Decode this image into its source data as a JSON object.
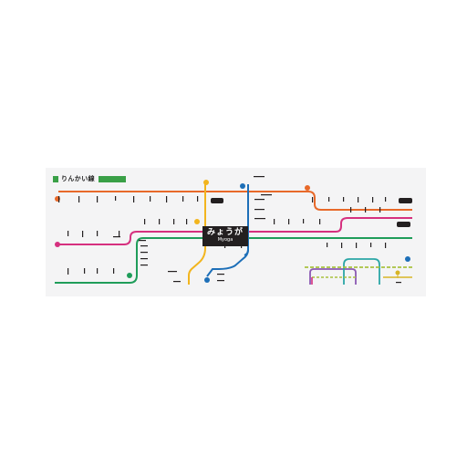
{
  "header": {
    "logo_text": "りんかい線",
    "accent_color": "#3aa047"
  },
  "hub": {
    "name": "みょうが",
    "romaji": "Myoga"
  },
  "lines": {
    "orange": "#e8692a",
    "magenta": "#d6307f",
    "green": "#1f9d5a",
    "yellow": "#f2b51e",
    "blue": "#1d6fb8",
    "purple": "#8b59b3",
    "lime": "#a9c13f",
    "teal": "#2ba6a6",
    "gold": "#d8b526"
  },
  "legend_icons": [
    "transfer-badge-top",
    "transfer-badge-middle"
  ]
}
